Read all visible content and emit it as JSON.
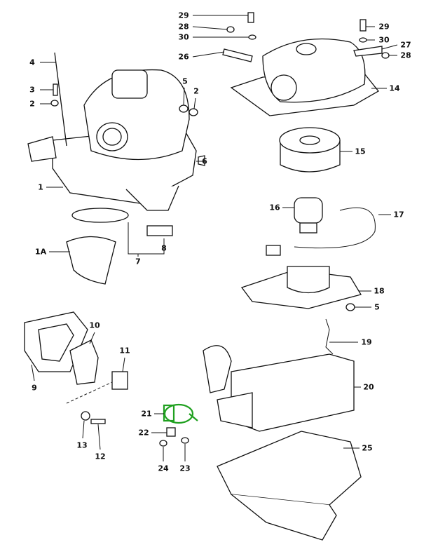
{
  "diagram": {
    "highlight_color": "#1fa01f",
    "highlighted_part": "21",
    "labels": {
      "l29a": "29",
      "l28a": "28",
      "l30a": "30",
      "l26": "26",
      "l29b": "29",
      "l30b": "30",
      "l27": "27",
      "l28b": "28",
      "l14": "14",
      "l15": "15",
      "l16": "16",
      "l17": "17",
      "l18": "18",
      "l5b": "5",
      "l19": "19",
      "l20": "20",
      "l25": "25",
      "l4": "4",
      "l3": "3",
      "l2a": "2",
      "l5a": "5",
      "l2b": "2",
      "l6": "6",
      "l1": "1",
      "l8": "8",
      "l7": "7",
      "l1A": "1A",
      "l10": "10",
      "l11": "11",
      "l9": "9",
      "l21": "21",
      "l22": "22",
      "l13": "13",
      "l12": "12",
      "l24": "24",
      "l23": "23"
    }
  }
}
